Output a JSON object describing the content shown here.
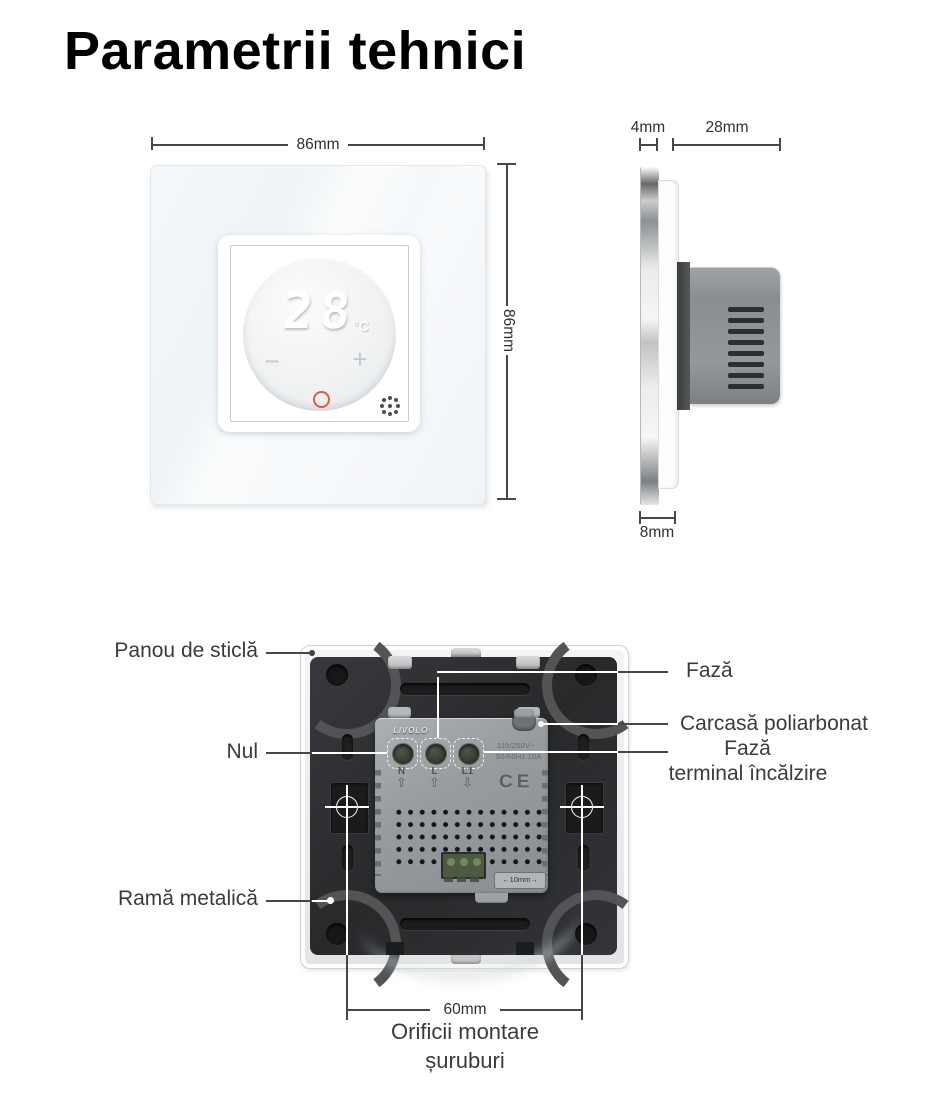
{
  "title": "Parametrii tehnici",
  "front_view": {
    "width_label": "86mm",
    "height_label": "86mm",
    "display_value": "28",
    "display_unit": "°C",
    "minus_label": "−",
    "plus_label": "+"
  },
  "side_view": {
    "glass_thickness_label": "4mm",
    "module_depth_label": "28mm",
    "panel_depth_label": "8mm"
  },
  "back_view": {
    "brand": "LIVOLO",
    "terminals": [
      "N",
      "L",
      "L1"
    ],
    "terminal_arrows": [
      "⇧",
      "⇧",
      "⇩"
    ],
    "rating_line1": "110/250V~",
    "rating_line2": "50/60Hz 10A",
    "ce_mark": "CE",
    "wire_gauge_label": "←10mm→",
    "mounting_width_label": "60mm"
  },
  "annotations": {
    "glass_panel": "Panou de sticlă",
    "neutral": "Nul",
    "phase": "Fază",
    "case": "Carcasă poliarbonat",
    "heating_phase_line1": "Fază",
    "heating_phase_line2": "terminal încălzire",
    "metal_frame": "Ramă metalică",
    "mounting_holes_line1": "Orificii montare",
    "mounting_holes_line2": "șuruburi"
  },
  "colors": {
    "power_indicator": "#e1564d",
    "terminal_block_green": "#4d5a42"
  }
}
